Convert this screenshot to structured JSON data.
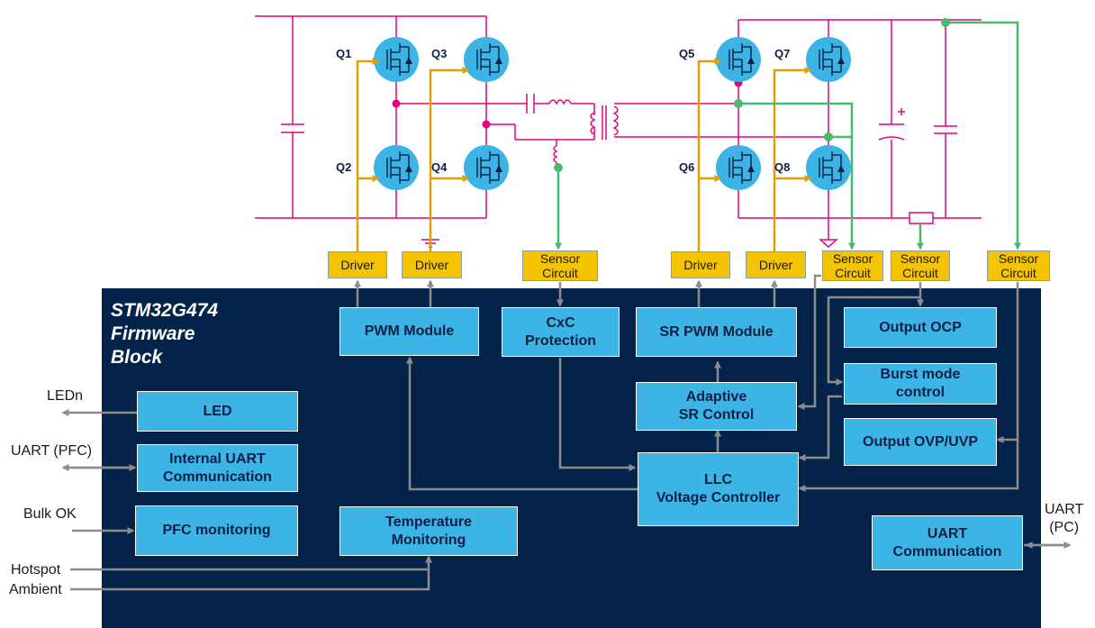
{
  "colors": {
    "power": "#e6007e",
    "gate": "#e0a100",
    "sense": "#49b96c",
    "fw_block": "#03234b",
    "module": "#3cb4e6",
    "driver": "#f5c400",
    "arrow": "#8c8c8c",
    "mosfet": "#3cb4e6"
  },
  "block_title": [
    "STM32G474",
    "Firmware",
    "Block"
  ],
  "transistors": [
    "Q1",
    "Q2",
    "Q3",
    "Q4",
    "Q5",
    "Q6",
    "Q7",
    "Q8"
  ],
  "drivers": [
    "Driver",
    "Driver",
    "Driver",
    "Driver"
  ],
  "sensor_circuits": [
    [
      "Sensor",
      "Circuit"
    ],
    [
      "Sensor",
      "Circuit"
    ],
    [
      "Sensor",
      "Circuit"
    ],
    [
      "Sensor",
      "Circuit"
    ]
  ],
  "modules": {
    "pwm": "PWM Module",
    "cxc": [
      "CxC",
      "Protection"
    ],
    "sr_pwm": "SR PWM Module",
    "output_ocp": "Output OCP",
    "burst": [
      "Burst mode",
      "control"
    ],
    "adaptive_sr": [
      "Adaptive",
      "SR Control"
    ],
    "output_ovp": "Output OVP/UVP",
    "llc": [
      "LLC",
      "Voltage Controller"
    ],
    "led": "LED",
    "uart_internal": [
      "Internal UART",
      "Communication"
    ],
    "pfc_monitoring": "PFC monitoring",
    "temperature": [
      "Temperature",
      "Monitoring"
    ],
    "uart_pc": [
      "UART",
      "Communication"
    ]
  },
  "external_signals": {
    "ledn": "LEDn",
    "uart_pfc": "UART (PFC)",
    "bulk_ok": "Bulk OK",
    "hotspot": "Hotspot",
    "ambient": "Ambient",
    "uart_pc": [
      "UART",
      "(PC)"
    ]
  }
}
